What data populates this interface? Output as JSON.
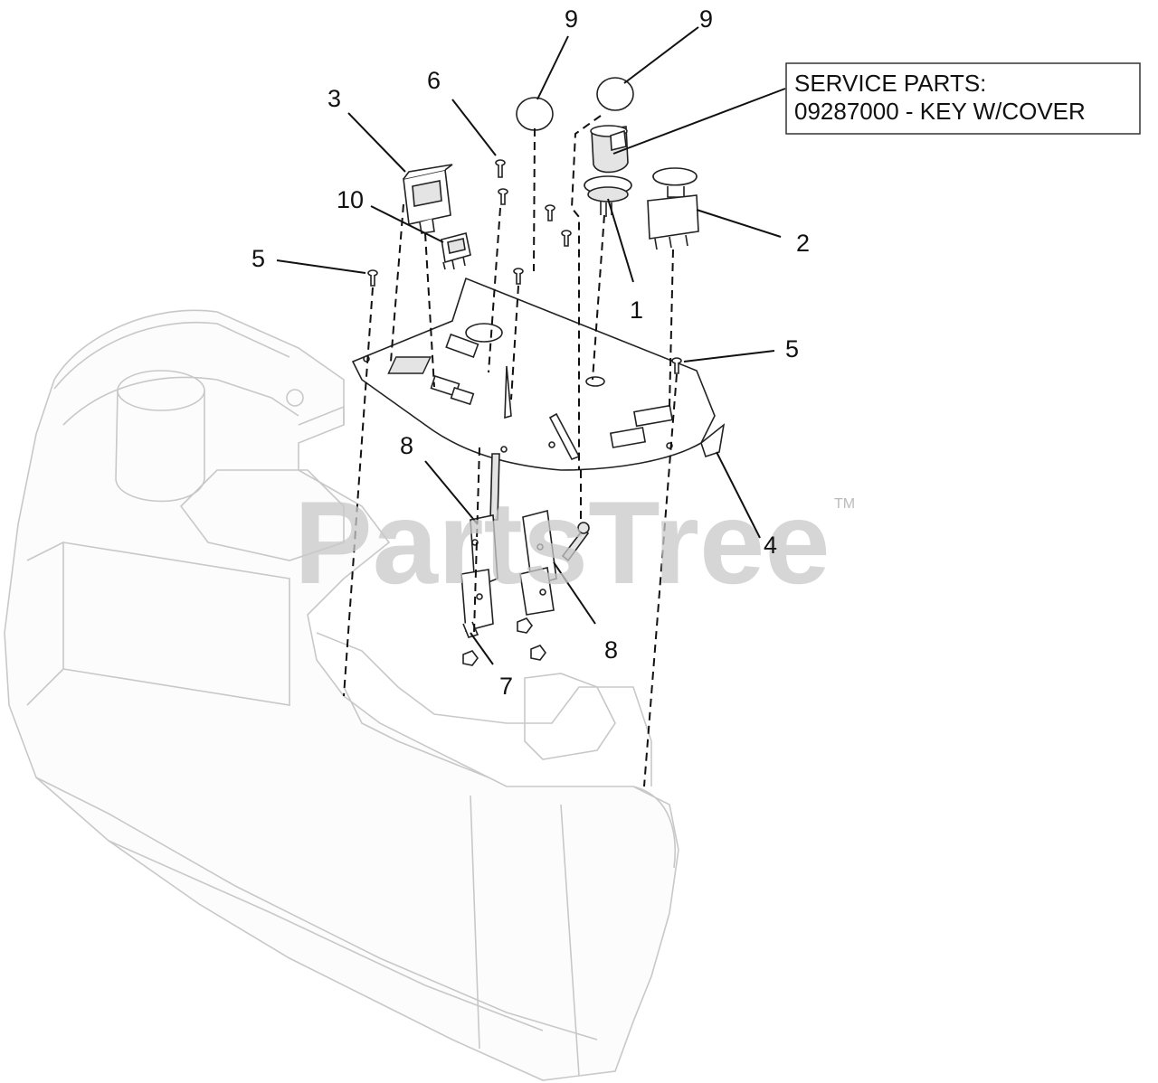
{
  "service_note": {
    "line1": "SERVICE PARTS:",
    "line2": "09287000 - KEY W/COVER"
  },
  "callouts": {
    "c1": "1",
    "c2": "2",
    "c3": "3",
    "c4": "4",
    "c5_left": "5",
    "c5_right": "5",
    "c6": "6",
    "c7": "7",
    "c8_upper": "8",
    "c8_lower": "8",
    "c9_left": "9",
    "c9_right": "9",
    "c10": "10"
  },
  "watermark": {
    "brand": "PartsTree",
    "trademark": "TM"
  }
}
